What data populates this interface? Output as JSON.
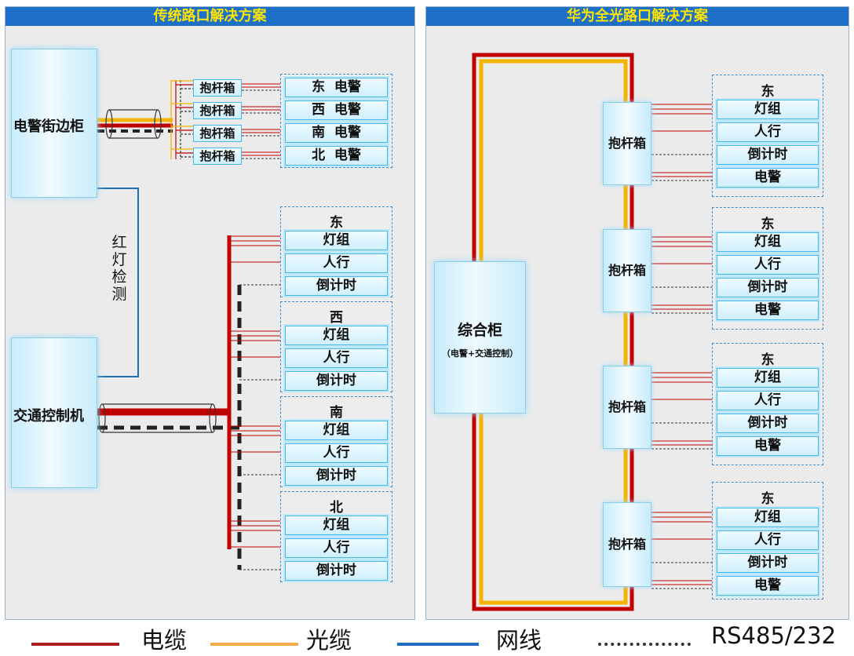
{
  "left_panel": {
    "title": "传统路口解决方案",
    "ep_cabinet": "电警街边柜",
    "red_light_detect": "红灯检测",
    "signal_controller": "交通控制机",
    "pole_box": "抱杆箱",
    "ep_items": [
      "东  电警",
      "西  电警",
      "南  电警",
      "北  电警"
    ],
    "groups": [
      {
        "title": "东",
        "items": [
          "灯组",
          "人行",
          "倒计时"
        ]
      },
      {
        "title": "西",
        "items": [
          "灯组",
          "人行",
          "倒计时"
        ]
      },
      {
        "title": "南",
        "items": [
          "灯组",
          "人行",
          "倒计时"
        ]
      },
      {
        "title": "北",
        "items": [
          "灯组",
          "人行",
          "倒计时"
        ]
      }
    ]
  },
  "right_panel": {
    "title": "华为全光路口解决方案",
    "integrated_cabinet": "综合柜",
    "integrated_sub": "（电警+交通控制）",
    "pole_box": "抱杆箱",
    "groups": [
      {
        "title": "东",
        "items": [
          "灯组",
          "人行",
          "倒计时",
          "电警"
        ]
      },
      {
        "title": "东",
        "items": [
          "灯组",
          "人行",
          "倒计时",
          "电警"
        ]
      },
      {
        "title": "东",
        "items": [
          "灯组",
          "人行",
          "倒计时",
          "电警"
        ]
      },
      {
        "title": "东",
        "items": [
          "灯组",
          "人行",
          "倒计时",
          "电警"
        ]
      }
    ]
  },
  "legend": {
    "power_cable": "电缆",
    "fiber_cable": "光缆",
    "network_cable": "网线",
    "serial": "RS485/232"
  },
  "colors": {
    "title_bar": "#1d6fc8",
    "title_text": "#ffe600",
    "power": "#c00000",
    "fiber": "#f5b400",
    "network": "#1f6fbf",
    "serial": "#333333"
  }
}
